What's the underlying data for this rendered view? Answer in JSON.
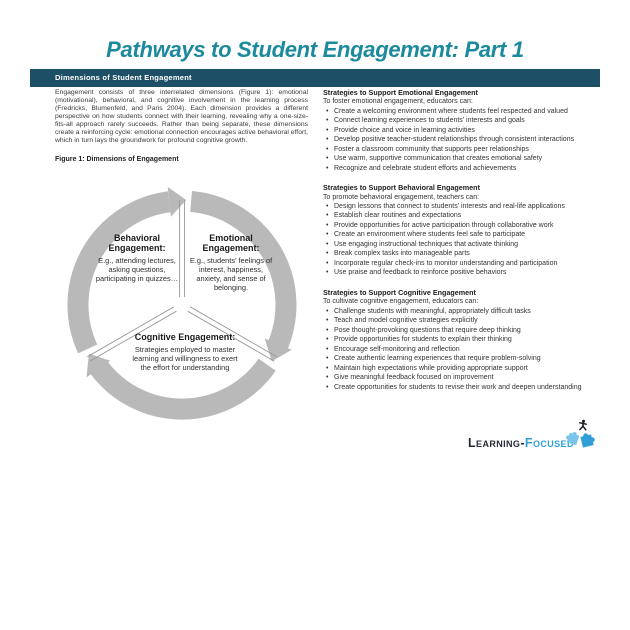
{
  "colors": {
    "title_teal": "#1a8a9c",
    "banner_bg": "#1d4f66",
    "ring_gray": "#b9b9b9",
    "logo_navy": "#262c38",
    "logo_blue": "#2f9fd6"
  },
  "header": {
    "title": "Pathways to Student Engagement: Part 1",
    "banner": "Dimensions of Student Engagement"
  },
  "intro": "Engagement consists of three interrelated dimensions (Figure 1): emotional (motivational), behavioral, and cognitive involvement in the learning process (Fredricks, Blumenfeld, and Paris 2004). Each dimension provides a different perspective on how students connect with their learning, revealing why a one-size-fits-all approach rarely succeeds. Rather than being separate, these dimensions create a reinforcing cycle: emotional connection encourages active behavioral effort, which in turn lays the groundwork for profound cognitive growth.",
  "figure": {
    "caption": "Figure 1: Dimensions of Engagement",
    "segments": [
      {
        "title": "Behavioral Engagement:",
        "description": "E.g., attending lectures, asking questions, participating in quizzes…"
      },
      {
        "title": "Emotional Engagement:",
        "description": "E.g., students’ feelings of interest, happiness, anxiety, and sense of belonging."
      },
      {
        "title": "Cognitive Engagement:",
        "description": "Strategies employed to master learning and willingness to exert the effort for understanding"
      }
    ]
  },
  "strategies": [
    {
      "heading": "Strategies to Support Emotional Engagement",
      "lead": "To foster emotional engagement, educators can:",
      "bullets": [
        "Create a welcoming environment where students feel respected and valued",
        "Connect learning experiences to students’ interests and goals",
        "Provide choice and voice in learning activities",
        "Develop positive teacher-student relationships through consistent interactions",
        "Foster a classroom community that supports peer relationships",
        "Use warm, supportive communication that creates emotional safety",
        "Recognize and celebrate student efforts and achievements"
      ]
    },
    {
      "heading": "Strategies to Support Behavioral Engagement",
      "lead": "To promote behavioral engagement, teachers can:",
      "bullets": [
        "Design lessons that connect to students’ interests and real-life applications",
        "Establish clear routines and expectations",
        "Provide opportunities for active participation through collaborative work",
        "Create an environment where students feel safe to participate",
        "Use engaging instructional techniques that activate thinking",
        "Break complex tasks into manageable parts",
        "Incorporate regular check-ins to monitor understanding and participation",
        "Use praise and feedback to reinforce positive behaviors"
      ]
    },
    {
      "heading": "Strategies to Support Cognitive Engagement",
      "lead": "To cultivate cognitive engagement, educators can:",
      "bullets": [
        "Challenge students with meaningful, appropriately difficult tasks",
        "Teach and model cognitive strategies explicitly",
        "Pose thought-provoking questions that require deep thinking",
        "Provide opportunities for students to explain their thinking",
        "Encourage self-monitoring and reflection",
        "Create authentic learning experiences that require problem-solving",
        "Maintain high expectations while providing appropriate support",
        "Give meaningful feedback focused on improvement",
        "Create opportunities for students to revise their work and deepen understanding"
      ]
    }
  ],
  "logo": {
    "learning": "Learning",
    "hyphen": "-",
    "focused": "Focused"
  }
}
